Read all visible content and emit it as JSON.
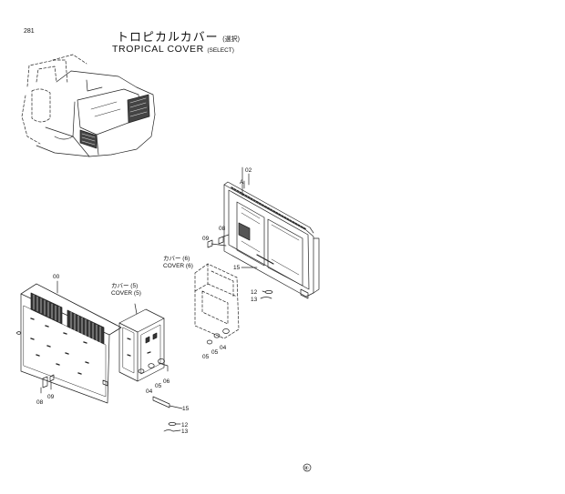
{
  "page_number": "281",
  "title_jp": "トロピカルカバー",
  "title_jp_sub": "(選択)",
  "title_en": "TROPICAL COVER",
  "title_en_sub": "(SELECT)",
  "callouts": {
    "c02": "02",
    "cA": "A",
    "c08_top": "08",
    "c09_top": "09",
    "cover6_jp": "カバー (6)",
    "cover6_en": "COVER (6)",
    "c15_top": "15",
    "c12_top": "12",
    "c13_top": "13",
    "c05_r1": "05",
    "c05_r2": "05",
    "c04_r": "04",
    "c00": "00",
    "cover5_jp": "カバー (5)",
    "cover5_en": "COVER (5)",
    "c06_l": "06",
    "c05_l": "05",
    "c04_l": "04",
    "c08_l": "08",
    "c09_l": "09",
    "c15_bot": "15",
    "c12_bot": "12",
    "c13_bot": "13"
  },
  "catalog_mark": "④"
}
